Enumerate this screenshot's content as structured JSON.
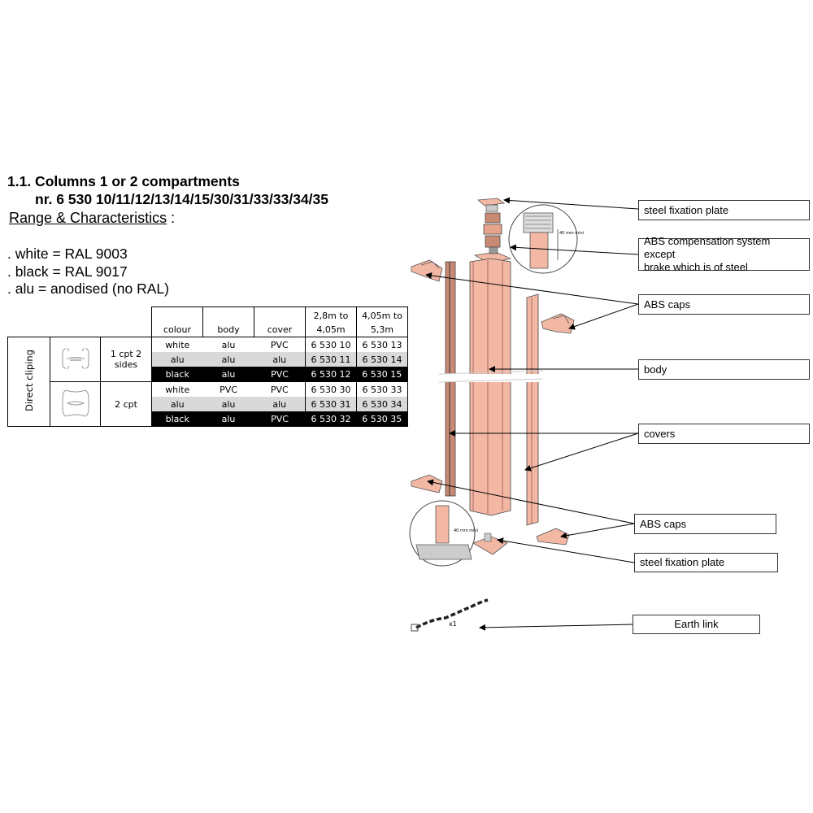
{
  "heading": {
    "line1": "1.1. Columns 1 or 2 compartments",
    "line2": "nr. 6 530 10/11/12/13/14/15/30/31/33/33/34/35"
  },
  "range": {
    "title": "Range & Characteristics",
    "suffix": " :"
  },
  "colors": [
    ". white = RAL 9003",
    ". black = RAL 9017",
    ". alu = anodised (no RAL)"
  ],
  "table": {
    "headers": {
      "colour": "colour",
      "body": "body",
      "cover": "cover",
      "len1_a": "2,8m to",
      "len1_b": "4,05m",
      "len2_a": "4,05m to",
      "len2_b": "5,3m"
    },
    "group_label": "Direct cliping",
    "sub_labels": {
      "a1": "1 cpt 2",
      "a2": "sides",
      "b": "2 cpt"
    },
    "rows": [
      {
        "colour": "white",
        "body": "alu",
        "cover": "PVC",
        "ref1": "6 530 10",
        "ref2": "6 530 13"
      },
      {
        "colour": "alu",
        "body": "alu",
        "cover": "alu",
        "ref1": "6 530 11",
        "ref2": "6 530 14"
      },
      {
        "colour": "black",
        "body": "alu",
        "cover": "PVC",
        "ref1": "6 530 12",
        "ref2": "6 530 15"
      },
      {
        "colour": "white",
        "body": "PVC",
        "cover": "PVC",
        "ref1": "6 530 30",
        "ref2": "6 530 33"
      },
      {
        "colour": "alu",
        "body": "alu",
        "cover": "alu",
        "ref1": "6 530 31",
        "ref2": "6 530 34"
      },
      {
        "colour": "black",
        "body": "alu",
        "cover": "PVC",
        "ref1": "6 530 32",
        "ref2": "6 530 35"
      }
    ]
  },
  "labels": {
    "steel_plate_top": "steel fixation plate",
    "abs_comp_1": "ABS compensation system except",
    "abs_comp_2": "brake which is of steel",
    "abs_caps_top": "ABS caps",
    "body": "body",
    "covers": "covers",
    "abs_caps_bottom": "ABS caps",
    "steel_plate_bottom": "steel fixation plate",
    "earth_link": "Earth link"
  },
  "diagram": {
    "detail_top": "40 mm mini",
    "detail_bottom": "40 mm mini",
    "quantity": "x1"
  },
  "colors_palette": {
    "salmon": "#f2b8a4",
    "salmon_dark": "#c98a74",
    "gray": "#d9d9d9",
    "black": "#000000"
  }
}
